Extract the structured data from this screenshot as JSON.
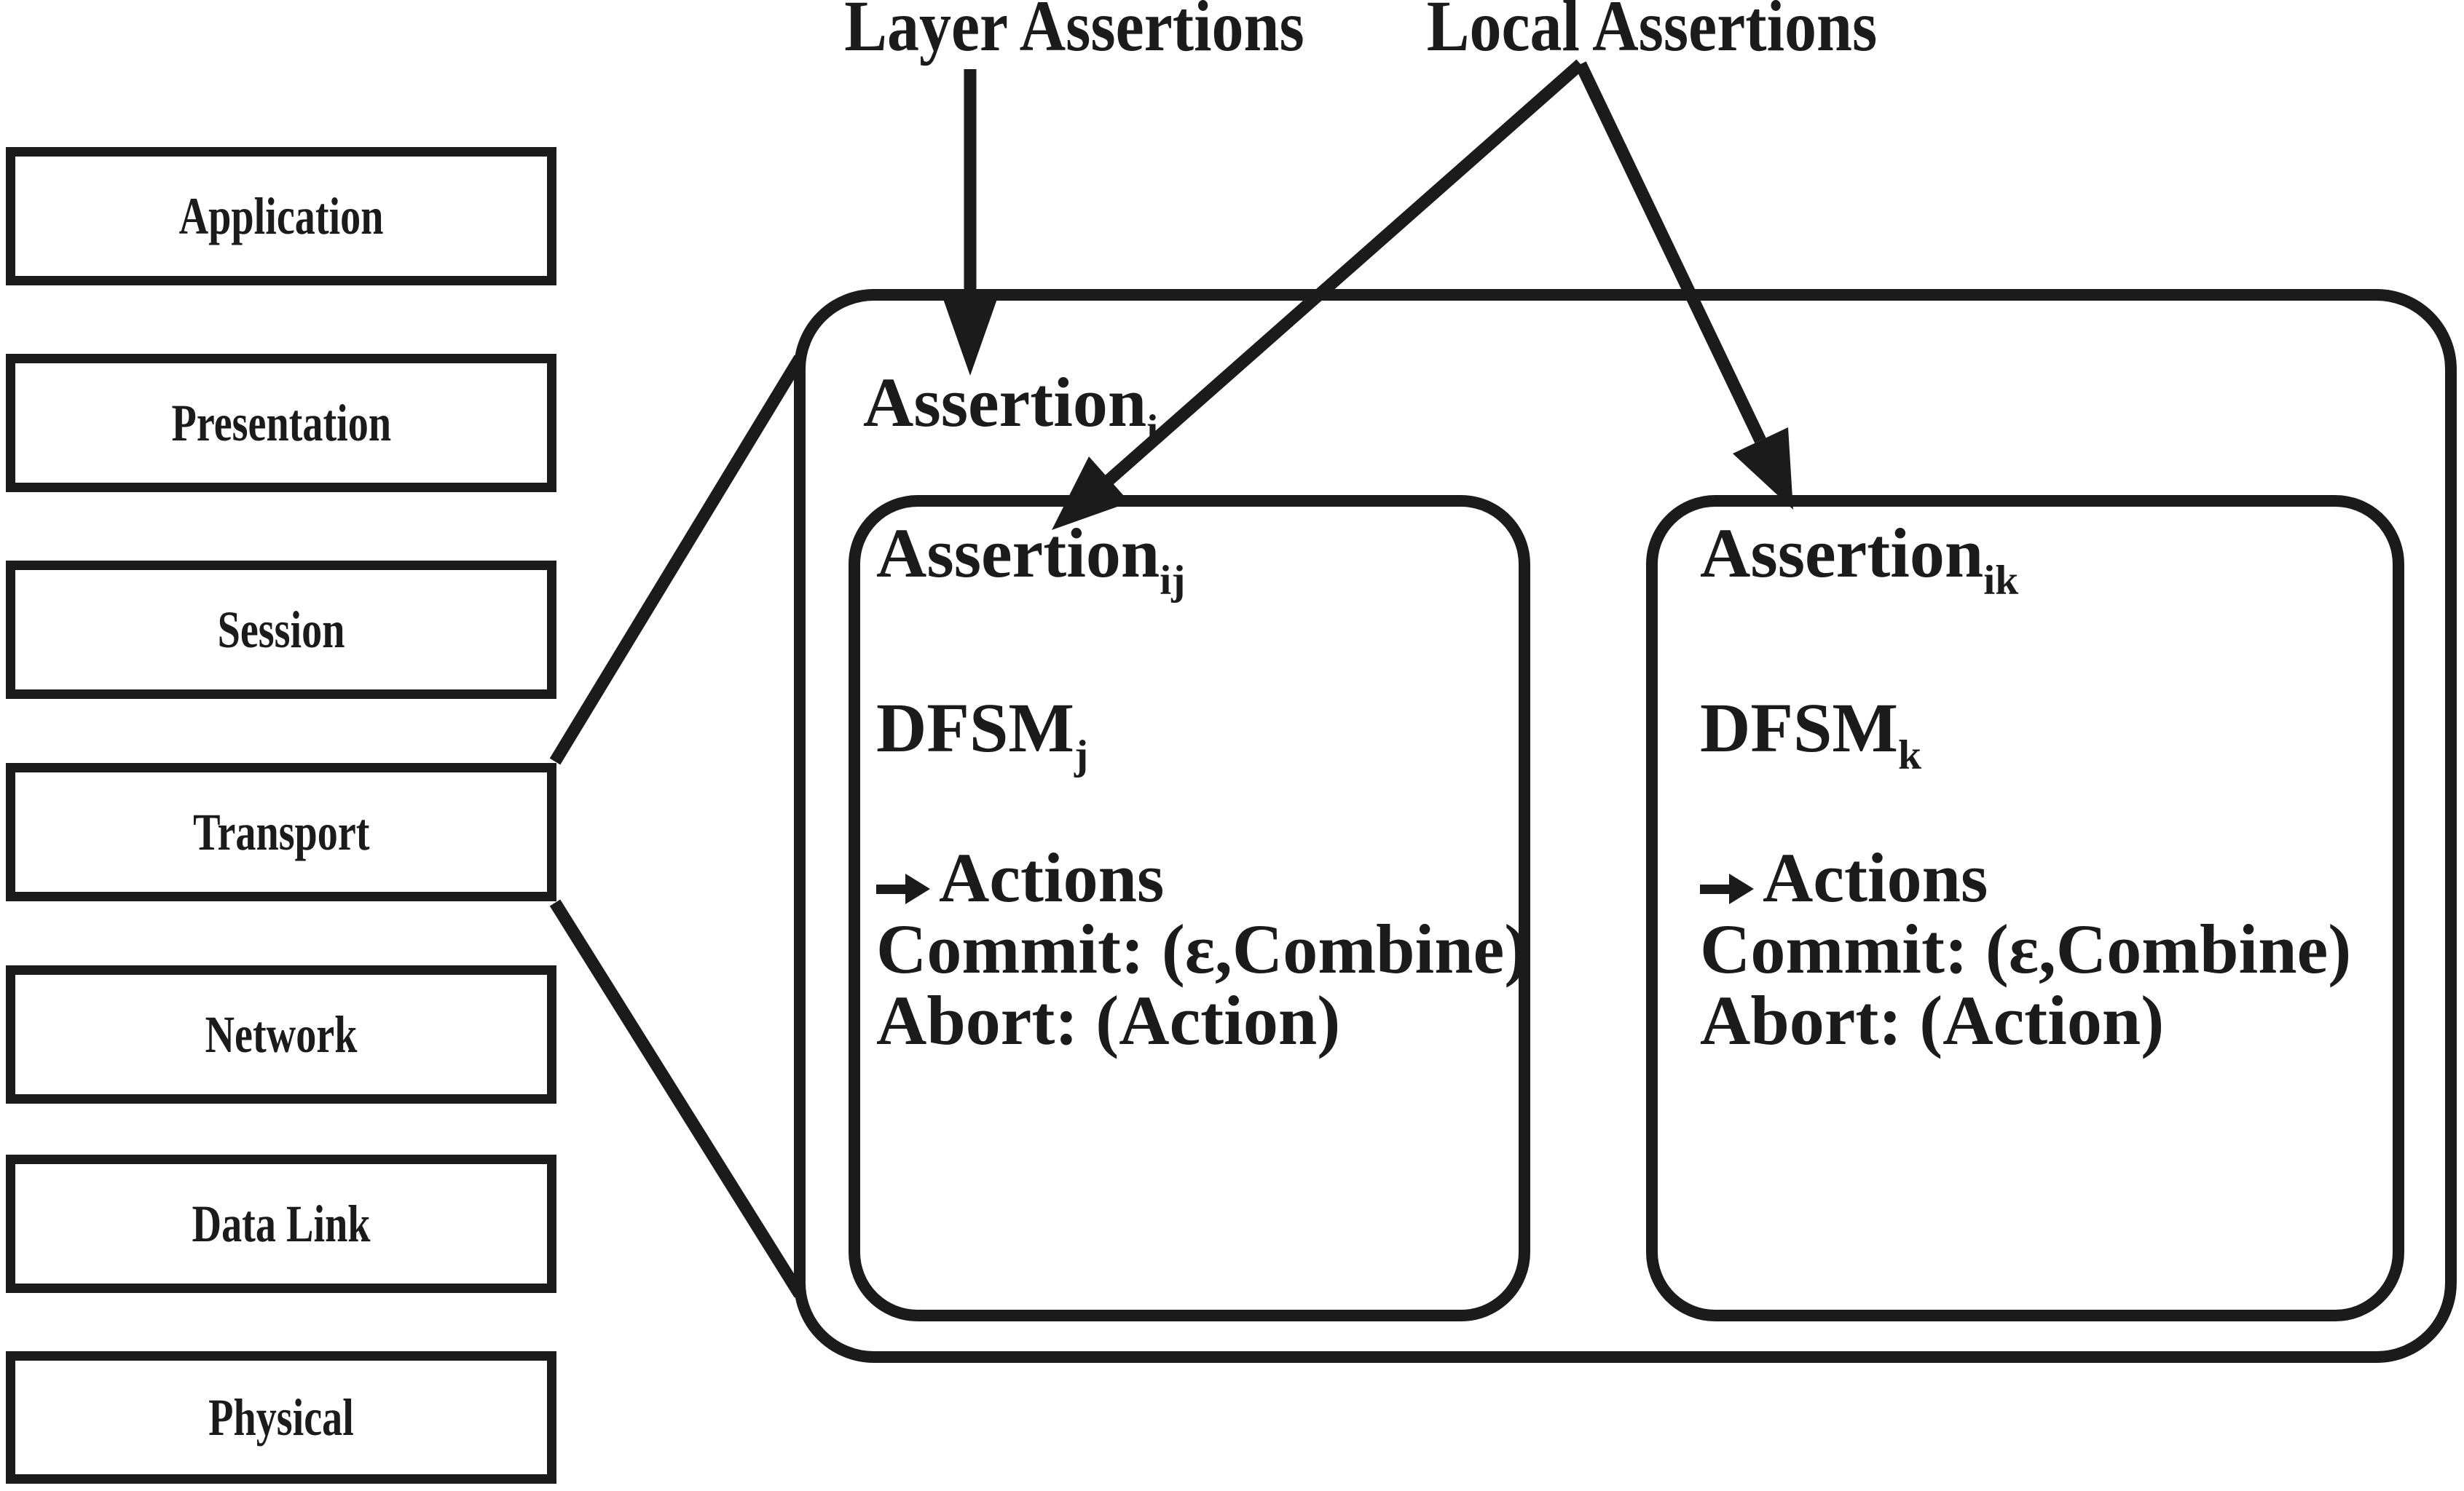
{
  "colors": {
    "ink": "#1b1b1b",
    "background": "#ffffff"
  },
  "osi_stack": {
    "items": [
      {
        "label": "Application"
      },
      {
        "label": "Presentation"
      },
      {
        "label": "Session"
      },
      {
        "label": "Transport"
      },
      {
        "label": "Network"
      },
      {
        "label": "Data Link"
      },
      {
        "label": "Physical"
      }
    ]
  },
  "annotations": {
    "layer_assertions": "Layer Assertions",
    "local_assertions": "Local Assertions"
  },
  "outer_assertion": {
    "base": "Assertion",
    "sub": "i"
  },
  "local_assertion_boxes": [
    {
      "title": {
        "base": "Assertion",
        "sub": "ij"
      },
      "dfsm": {
        "base": "DFSM",
        "sub": "j"
      },
      "actions_label": "Actions",
      "commit_line": "Commit: (ε,Combine)",
      "abort_line": "Abort: (Action)"
    },
    {
      "title": {
        "base": "Assertion",
        "sub": "ik"
      },
      "dfsm": {
        "base": "DFSM",
        "sub": "k"
      },
      "actions_label": "Actions",
      "commit_line": "Commit: (ε,Combine)",
      "abort_line": "Abort: (Action)"
    }
  ]
}
